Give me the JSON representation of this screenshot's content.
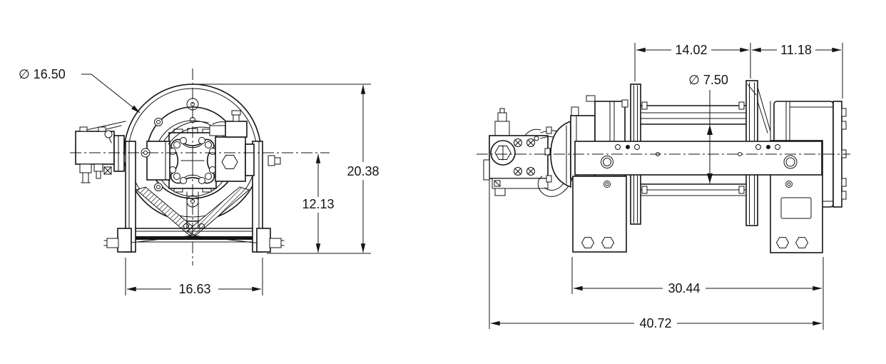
{
  "colors": {
    "background": "#ffffff",
    "line": "#141414"
  },
  "end_view": {
    "dimensions": {
      "flange_diameter": "∅ 16.50",
      "overall_height": "20.38",
      "centerline_to_base": "12.13",
      "frame_width": "16.63"
    }
  },
  "front_view": {
    "dimensions": {
      "drum_length": "14.02",
      "brake_end_length": "11.18",
      "barrel_diameter": "∅ 7.50",
      "bracket_span": "30.44",
      "overall_length": "40.72"
    }
  }
}
